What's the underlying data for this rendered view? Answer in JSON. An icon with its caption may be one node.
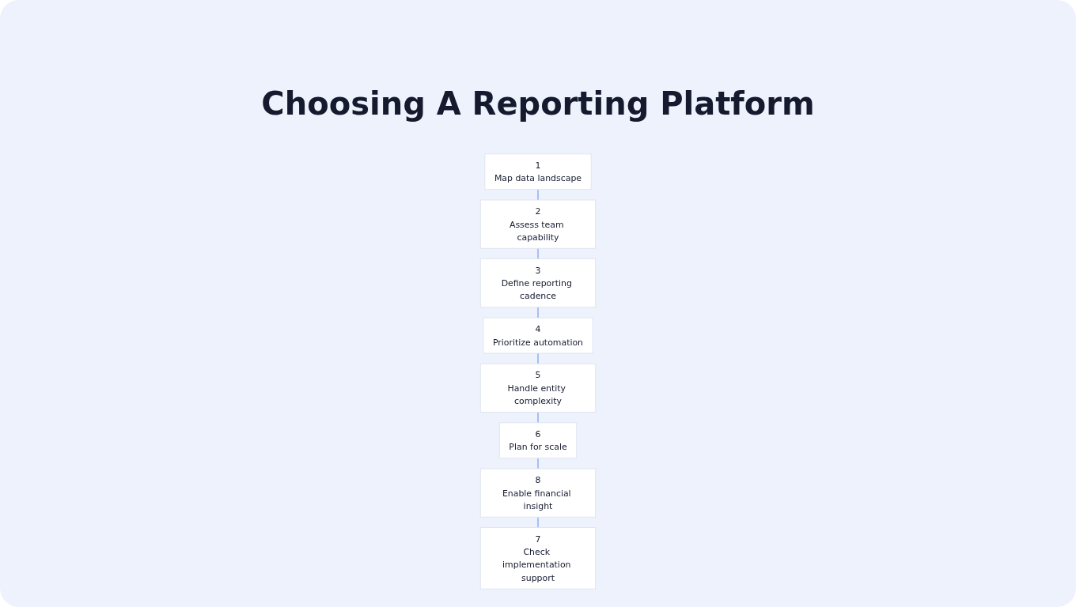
{
  "diagram": {
    "title": "Choosing A Reporting Platform",
    "nodes": [
      {
        "text": [
          "1",
          "Map data landscape"
        ]
      },
      {
        "text": [
          "2",
          "Assess team capability"
        ]
      },
      {
        "text": [
          "3",
          "Define reporting cadence"
        ]
      },
      {
        "text": [
          "4",
          "Prioritize automation"
        ]
      },
      {
        "text": [
          "5",
          "Handle entity complexity"
        ]
      },
      {
        "text": [
          "6",
          "Plan for scale"
        ]
      },
      {
        "text": [
          "7",
          "Check implementation support"
        ]
      },
      {
        "text": [
          "8",
          "Enable financial insight"
        ]
      }
    ],
    "edges": [
      {
        "from": 0,
        "to": 1,
        "arrow": "none"
      },
      {
        "from": 1,
        "to": 2,
        "arrow": "none"
      },
      {
        "from": 2,
        "to": 3,
        "arrow": "none"
      },
      {
        "from": 3,
        "to": 4,
        "arrow": "none"
      },
      {
        "from": 4,
        "to": 5,
        "arrow": "none"
      },
      {
        "from": 5,
        "to": 7,
        "arrow": "none"
      },
      {
        "from": 7,
        "to": 6,
        "arrow": "none"
      }
    ]
  }
}
